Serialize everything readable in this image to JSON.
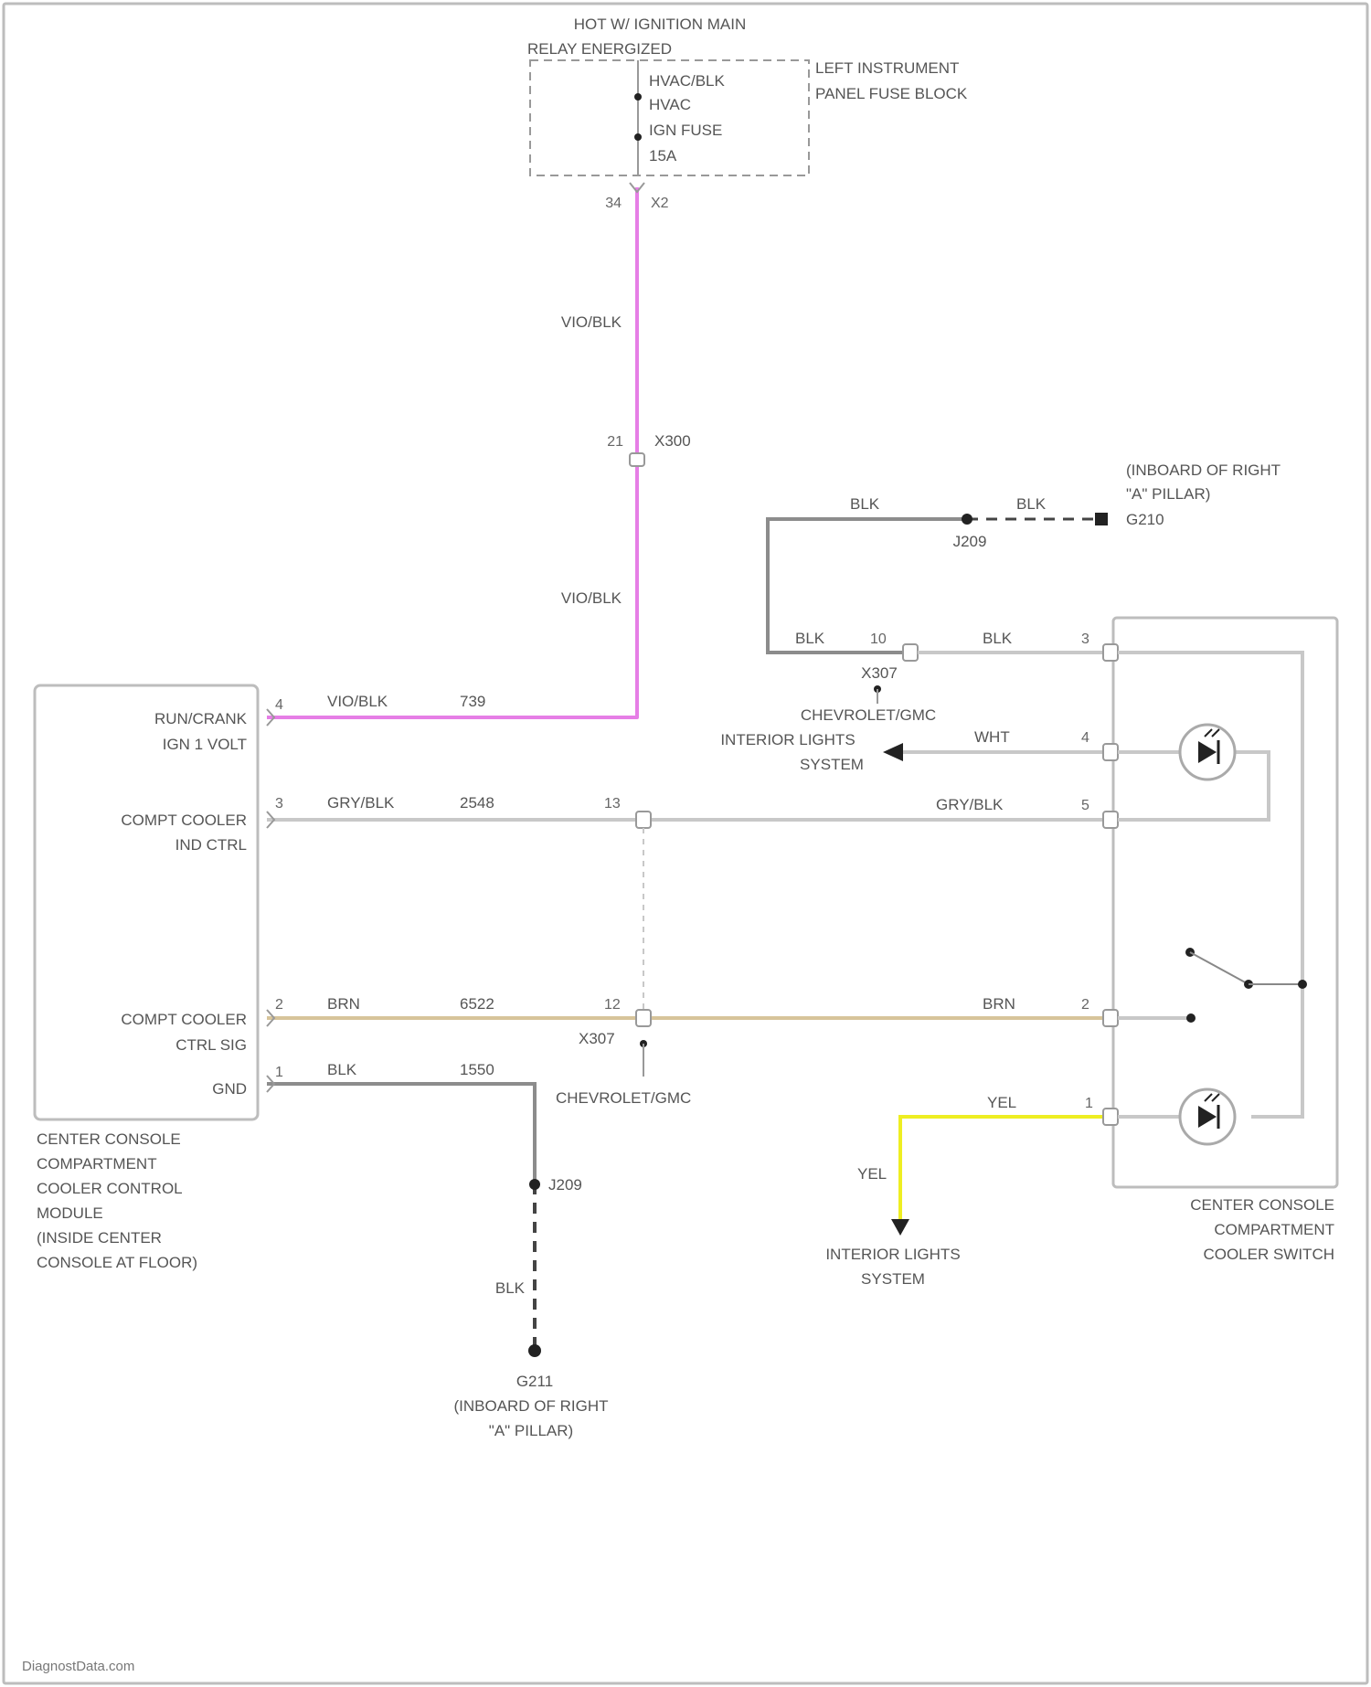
{
  "fuse": {
    "header_line1": "HOT W/ IGNITION MAIN",
    "header_line2": "RELAY ENERGIZED",
    "line1": "HVAC/BLK",
    "line2": "HVAC",
    "line3": "IGN FUSE",
    "line4": "15A",
    "block_line1": "LEFT INSTRUMENT",
    "block_line2": "PANEL FUSE BLOCK",
    "pin_left": "34",
    "pin_right": "X2"
  },
  "wires": {
    "vio_blk_1": "VIO/BLK",
    "vio_blk_2": "VIO/BLK",
    "vio_blk_3": "VIO/BLK",
    "vio_circuit": "739",
    "gry_blk_1": "GRY/BLK",
    "gry_blk_circuit": "2548",
    "gry_blk_2": "GRY/BLK",
    "brn_1": "BRN",
    "brn_circuit": "6522",
    "brn_2": "BRN",
    "blk_gnd": "BLK",
    "blk_gnd_circuit": "1550",
    "blk_top_1": "BLK",
    "blk_top_2": "BLK",
    "blk_x307": "BLK",
    "blk_switch": "BLK",
    "blk_g211": "BLK",
    "wht": "WHT",
    "yel_1": "YEL",
    "yel_2": "YEL"
  },
  "connectors": {
    "x300_pin": "21",
    "x300": "X300",
    "x307_top_pin": "10",
    "x307_top": "X307",
    "x307_gry_pin": "13",
    "x307_brn_pin": "12",
    "x307_bottom": "X307",
    "j209_top": "J209",
    "j209_bottom": "J209",
    "g210": "G210",
    "g211": "G211"
  },
  "ground_g210": {
    "line1": "(INBOARD OF RIGHT",
    "line2": "\"A\" PILLAR)"
  },
  "ground_g211": {
    "line1": "(INBOARD OF RIGHT",
    "line2": "\"A\" PILLAR)"
  },
  "module": {
    "pin_run": "4",
    "run_line1": "RUN/CRANK",
    "run_line2": "IGN 1 VOLT",
    "pin_ind": "3",
    "ind_line1": "COMPT COOLER",
    "ind_line2": "IND CTRL",
    "pin_ctrl": "2",
    "ctrl_line1": "COMPT COOLER",
    "ctrl_line2": "CTRL SIG",
    "pin_gnd": "1",
    "gnd": "GND",
    "name_line1": "CENTER CONSOLE",
    "name_line2": "COMPARTMENT",
    "name_line3": "COOLER CONTROL",
    "name_line4": "MODULE",
    "name_line5": "(INSIDE CENTER",
    "name_line6": "CONSOLE AT FLOOR)"
  },
  "switch": {
    "pin_top": "3",
    "pin_wht": "4",
    "pin_gry": "5",
    "pin_brn": "2",
    "pin_yel": "1",
    "name_line1": "CENTER CONSOLE",
    "name_line2": "COMPARTMENT",
    "name_line3": "COOLER SWITCH"
  },
  "chev_top": {
    "line1": "CHEVROLET/GMC",
    "line2": "INTERIOR LIGHTS",
    "line3": "SYSTEM"
  },
  "chev_bottom": "CHEVROLET/GMC",
  "interior_bottom": {
    "line1": "INTERIOR LIGHTS",
    "line2": "SYSTEM"
  },
  "watermark": "DiagnostData.com",
  "colors": {
    "vio_blk": "#e67ee6",
    "brn": "#d7c49a",
    "yel": "#eeee22",
    "gry_blk": "#c8c8c8",
    "blk": "#8c8c8c"
  }
}
